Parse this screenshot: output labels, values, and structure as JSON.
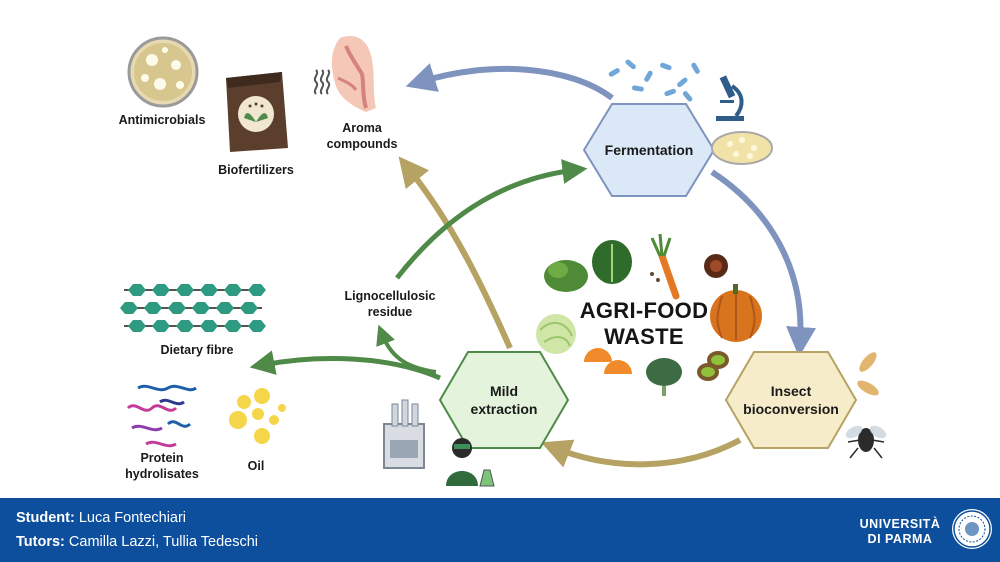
{
  "nodes": {
    "fermentation": "Fermentation",
    "insect_line1": "Insect",
    "insect_line2": "bioconversion",
    "mild_line1": "Mild",
    "mild_line2": "extraction",
    "agri_line1": "AGRI-FOOD",
    "agri_line2": "WASTE"
  },
  "products": {
    "antimicrobials": "Antimicrobials",
    "biofertilizers": "Biofertilizers",
    "aroma_line1": "Aroma",
    "aroma_line2": "compounds",
    "ligno_line1": "Lignocellulosic",
    "ligno_line2": "residue",
    "dietary_fibre": "Dietary fibre",
    "protein_line1": "Protein",
    "protein_line2": "hydrolisates",
    "oil": "Oil"
  },
  "footer": {
    "student_label": "Student:",
    "student_name": "Luca Fontechiari",
    "tutors_label": "Tutors:",
    "tutors_names": "Camilla Lazzi, Tullia Tedeschi",
    "university_line1": "UNIVERSITÀ",
    "university_line2": "DI PARMA"
  },
  "colors": {
    "fermentation_fill": "#dbe8f7",
    "insect_fill": "#f7ecc9",
    "mild_fill": "#e3f3dc",
    "arrow_blue": "#7f93bf",
    "arrow_green": "#4f8a48",
    "arrow_gold": "#b6a263",
    "footer_bg": "#0d4f9c"
  },
  "icons": [
    "petri-dish-icon",
    "fertilizer-bag-icon",
    "head-profile-icon",
    "bacteria-icon",
    "microscope-icon",
    "culture-plate-icon",
    "fiber-chain-icon",
    "protein-strands-icon",
    "oil-droplets-icon",
    "lab-apparatus-icon",
    "scientist-icon",
    "larvae-icon",
    "fly-icon",
    "vegetables-icon",
    "university-seal-icon"
  ]
}
